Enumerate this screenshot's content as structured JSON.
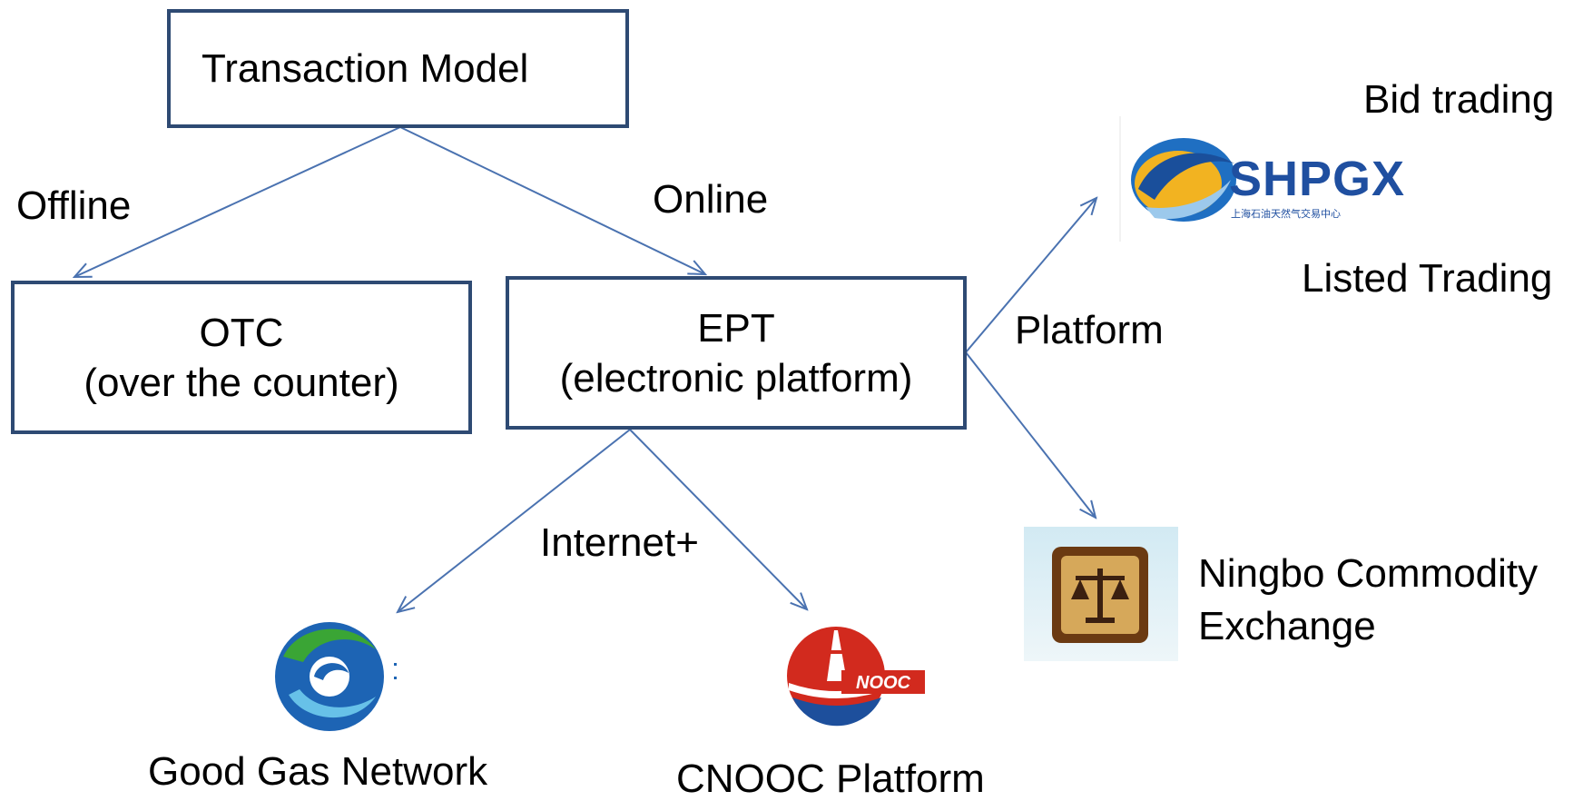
{
  "nodes": {
    "transaction_model": "Transaction Model",
    "otc": {
      "line1": "OTC",
      "line2": "(over the counter)"
    },
    "ept": {
      "line1": "EPT",
      "line2": "(electronic platform)"
    }
  },
  "edge_labels": {
    "offline": "Offline",
    "online": "Online",
    "platform": "Platform",
    "internet_plus": "Internet+"
  },
  "side_labels": {
    "bid_trading": "Bid trading",
    "listed_trading": "Listed Trading"
  },
  "logos": {
    "shpgx": {
      "name": "SHPGX",
      "subtitle": "上海石油天然气交易中心"
    },
    "ningbo": {
      "caption_line1": "Ningbo Commodity",
      "caption_line2": "Exchange"
    },
    "good_gas": {
      "caption": "Good Gas Network"
    },
    "cnooc": {
      "caption": "CNOOC Platform",
      "mark_text": "NOOC"
    }
  },
  "colors": {
    "box_border": "#2e4a73",
    "arrow": "#4a72b0",
    "shpgx_blue": "#1f4fa0",
    "ningbo_brown": "#6b3a12",
    "ningbo_bg": "#d9eef5",
    "cnooc_red": "#d22a1e",
    "cnooc_blue": "#1d4f9c",
    "goodgas_green": "#3aa535",
    "goodgas_blue": "#1d64b4"
  }
}
